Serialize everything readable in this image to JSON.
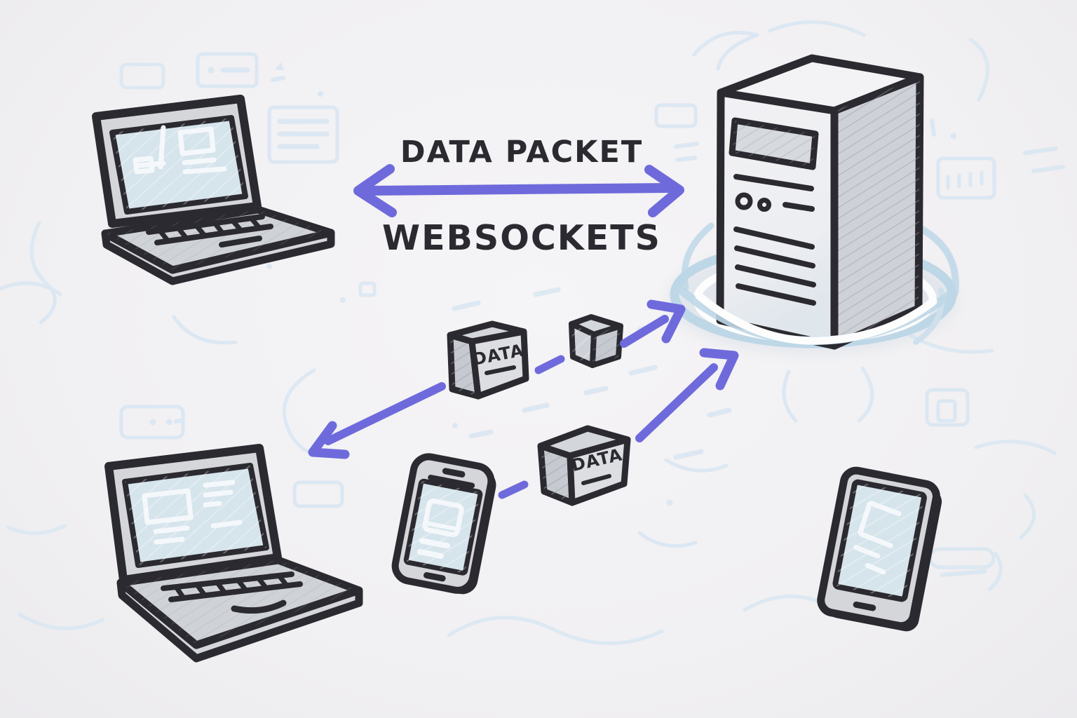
{
  "title": "WebSockets data packet illustration",
  "labels": {
    "arrow_top": "DATA PACKET",
    "arrow_bottom": "WEBSOCKETS",
    "cube_large": "DATA",
    "cube_lower": "DATA"
  },
  "palette": {
    "paper": "#f1f0f2",
    "ink": "#2b2a30",
    "accent_purple": "#6e6adc",
    "screen_blue": "#d6e4ec",
    "device_gray": "#d4d6da",
    "shade_gray": "#c7cad1",
    "doodle_blue": "#d8e6f2",
    "ripple_blue": "#bed7e7",
    "wireframe_white": "#f7fafc"
  }
}
